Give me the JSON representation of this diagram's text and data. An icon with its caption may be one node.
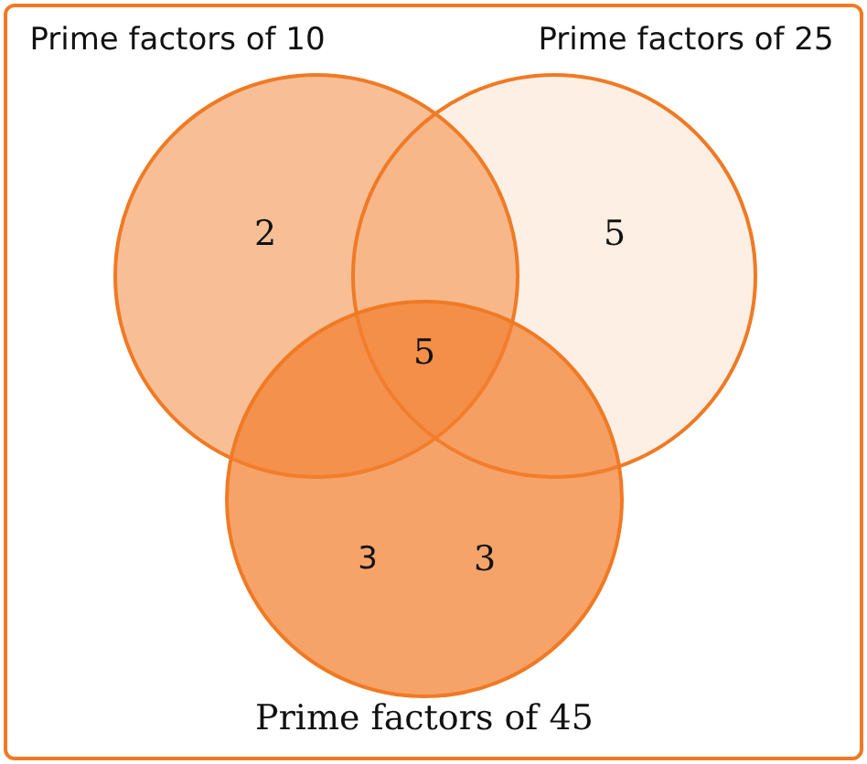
{
  "diagram": {
    "nodes": [
      {
        "text": [
          "Prime factors of 10",
          "2"
        ]
      },
      {
        "text": [
          "Prime factors of 25",
          "5"
        ]
      },
      {
        "text": [
          "3",
          "3",
          "Prime factors of 45"
        ]
      }
    ],
    "labels": [
      "5"
    ]
  }
}
